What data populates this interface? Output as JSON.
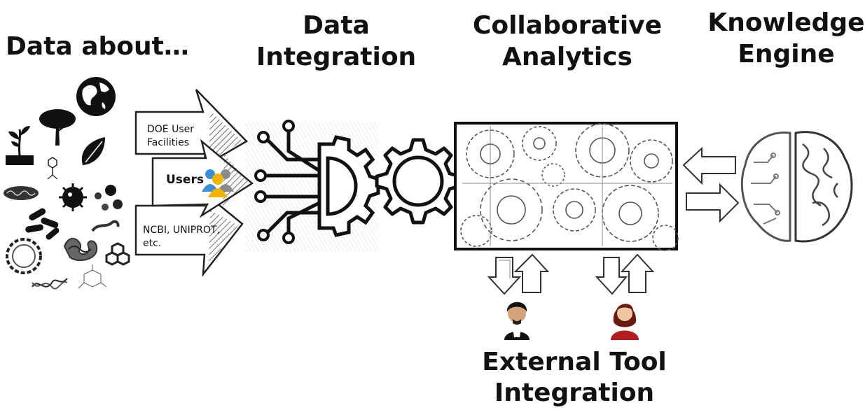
{
  "headings": {
    "data_about": "Data about…",
    "data_integration": "Data Integration",
    "collaborative_analytics": "Collaborative Analytics",
    "knowledge_engine": "Knowledge Engine",
    "external_tool_integration": "External Tool Integration"
  },
  "sources": {
    "doe": "DOE User Facilities",
    "users": "Users",
    "ncbi": "NCBI, UNIPROT, etc."
  },
  "icons": {
    "data_topics": [
      "globe-icon",
      "tree-icon",
      "plant-sprout-icon",
      "leaf-icon",
      "microbe-icon",
      "virus-icon",
      "bacteria-icon",
      "dna-icon",
      "protein-icon",
      "molecule-icon"
    ],
    "integration": [
      "circuit-icon",
      "gear-icon"
    ],
    "analytics": "gears-machinery-icon",
    "knowledge": "brain-icon",
    "people": [
      "male-user-icon",
      "female-user-icon"
    ]
  },
  "colors": {
    "ink": "#111111",
    "user_blue": "#3b8fd9",
    "user_yellow": "#f2b400",
    "user_grey": "#8a8a8a",
    "female_red": "#b31d22"
  }
}
